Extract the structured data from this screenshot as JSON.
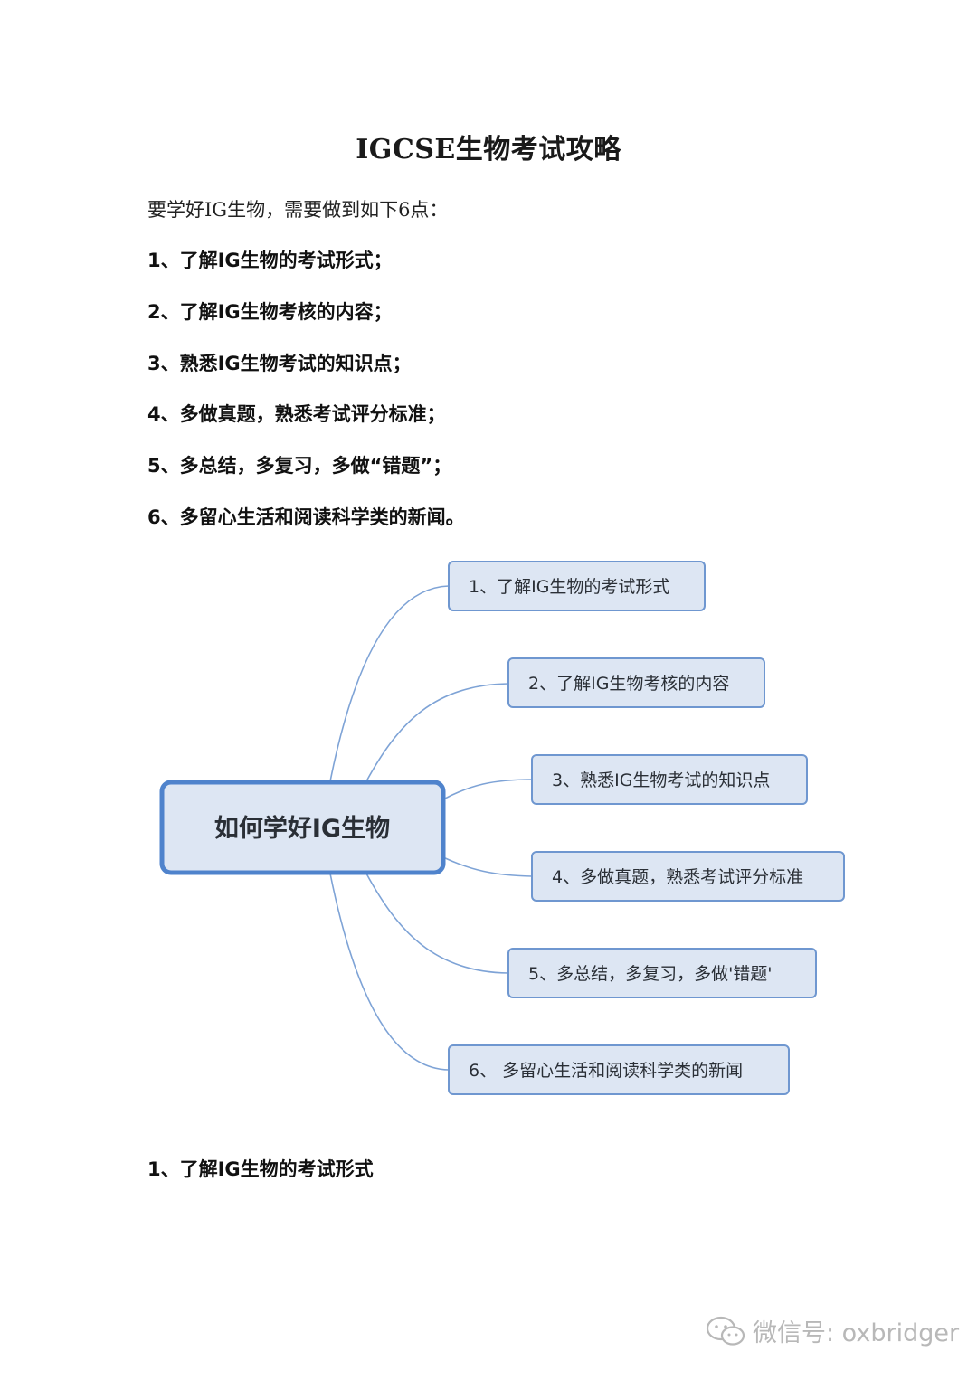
{
  "title": "IGCSE生物考试攻略",
  "intro": "要学好IG生物，需要做到如下6点：",
  "points": [
    "1、了解IG生物的考试形式；",
    "2、了解IG生物考核的内容；",
    "3、熟悉IG生物考试的知识点；",
    "4、多做真题，熟悉考试评分标准；",
    "5、多总结，多复习，多做“错题”；",
    "6、多留心生活和阅读科学类的新闻。"
  ],
  "mindmap": {
    "center": "如何学好IG生物",
    "branches": [
      "1、了解IG生物的考试形式",
      "2、了解IG生物考核的内容",
      "3、熟悉IG生物考试的知识点",
      "4、多做真题，熟悉考试评分标准",
      "5、多总结，多复习，多做'错题'",
      "6、 多留心生活和阅读科学类的新闻"
    ],
    "colors": {
      "node_fill": "#dde6f3",
      "node_border": "#6f97d0",
      "center_border": "#4f83cc",
      "connector": "#7ea3d6"
    }
  },
  "section_heading": "1、了解IG生物的考试形式",
  "watermark": {
    "icon": "wechat-icon",
    "text": "微信号: oxbridger"
  }
}
